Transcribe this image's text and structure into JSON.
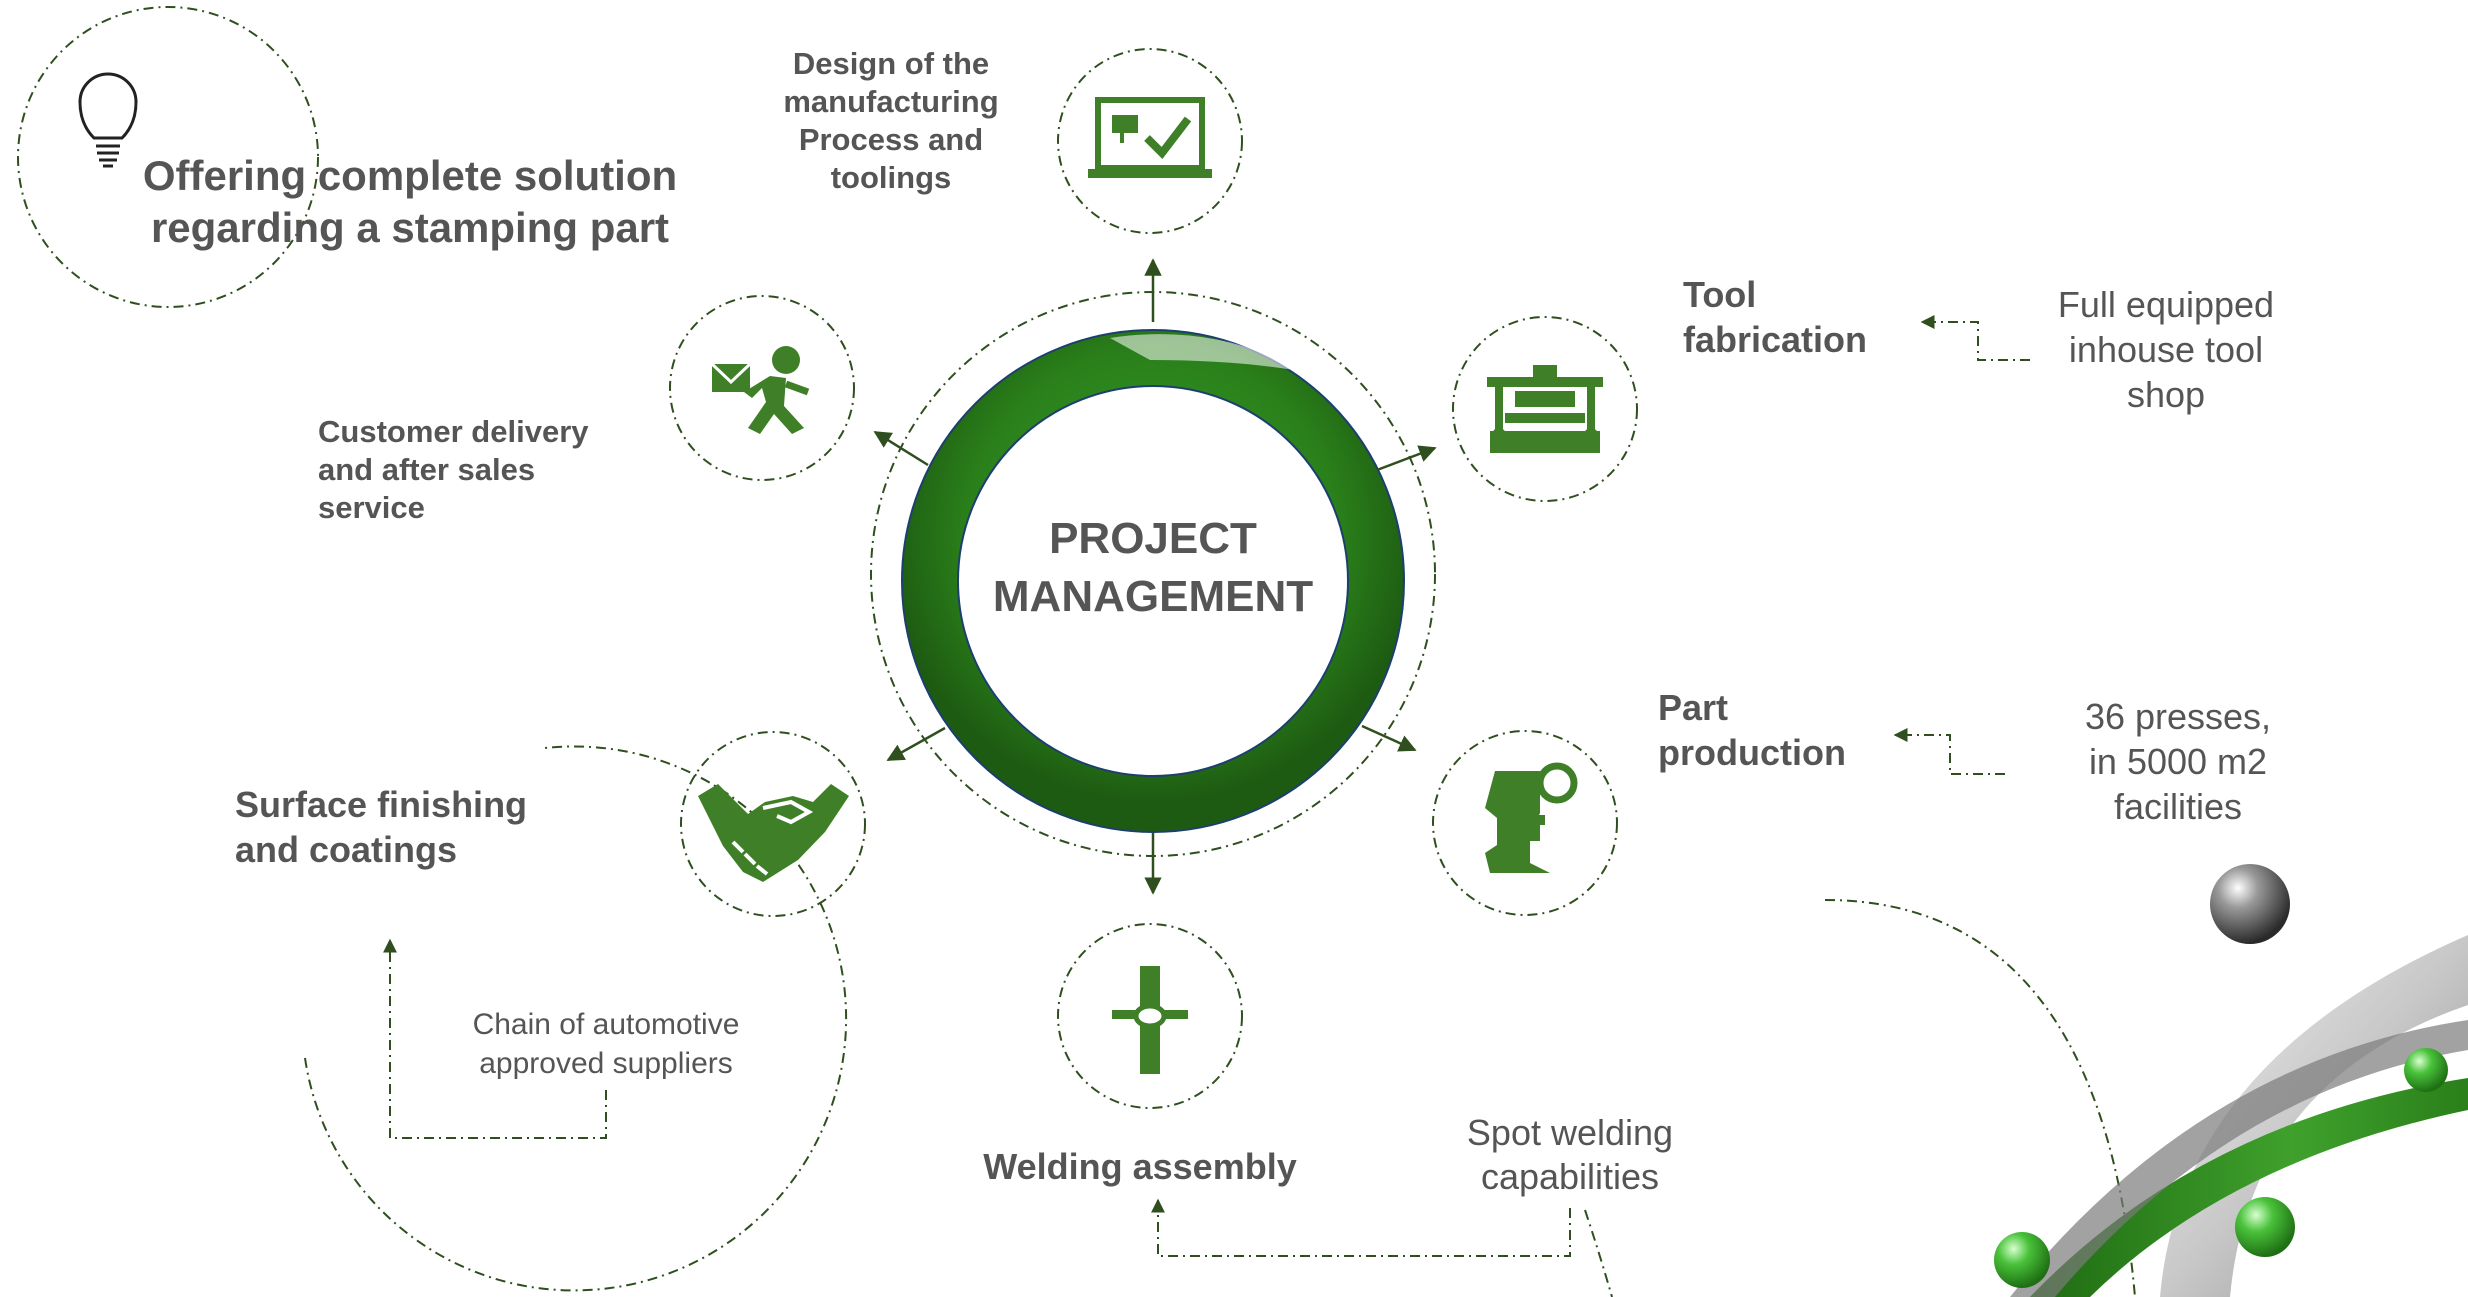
{
  "center": {
    "line1": "PROJECT",
    "line2": "MANAGEMENT"
  },
  "headline": {
    "line1": "Offering complete solution",
    "line2": "regarding a stamping part"
  },
  "design": {
    "line1": "Design of the",
    "line2": "manufacturing",
    "line3": "Process and",
    "line4": "toolings"
  },
  "tool_fabrication": {
    "line1": "Tool",
    "line2": "fabrication"
  },
  "tool_note": {
    "line1": "Full equipped",
    "line2": "inhouse tool",
    "line3": "shop"
  },
  "part_production": {
    "line1": "Part",
    "line2": "production"
  },
  "part_note": {
    "line1": "36 presses,",
    "line2": "in 5000 m2",
    "line3": "facilities"
  },
  "delivery": {
    "line1": "Customer delivery",
    "line2": "and after sales",
    "line3": "service"
  },
  "surface": {
    "line1": "Surface finishing",
    "line2": "and coatings"
  },
  "suppliers_note": {
    "line1": "Chain of automotive",
    "line2": "approved suppliers"
  },
  "welding": {
    "label": "Welding assembly"
  },
  "welding_note": {
    "line1": "Spot welding",
    "line2": "capabilities"
  },
  "colors": {
    "ring_green": "#2a7f1a",
    "icon_green": "#3f7f28",
    "text_gray": "#555555",
    "connector": "#2f4f1f"
  }
}
